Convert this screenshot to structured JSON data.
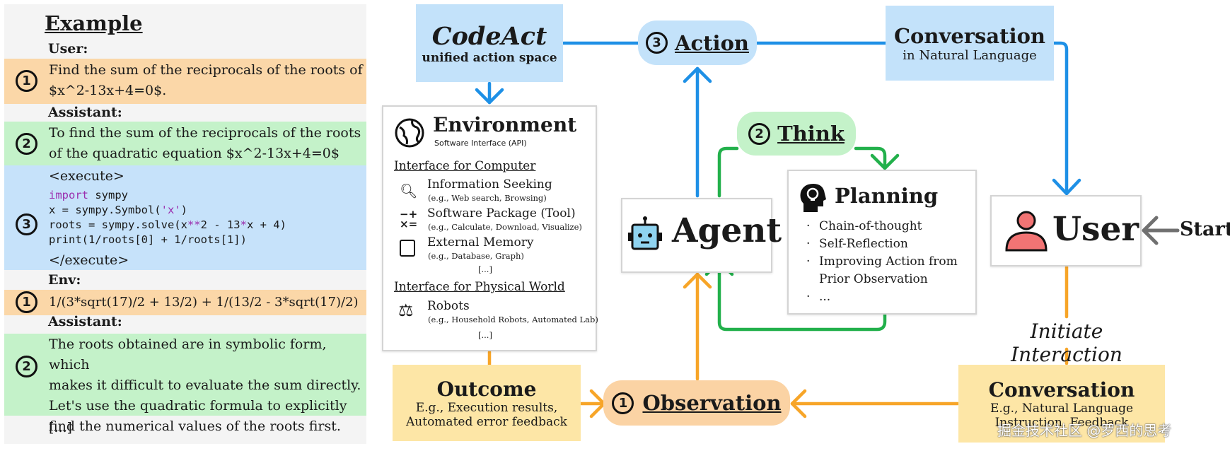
{
  "example": {
    "title": "Example",
    "user_label": "User:",
    "user_msg_line1": "Find the sum of the reciprocals of the roots of",
    "user_msg_line2": "$x^2-13x+4=0$.",
    "assistant_label_1": "Assistant:",
    "assistant_msg_line1": "To find the sum of the reciprocals of the roots",
    "assistant_msg_line2": "of the quadratic equation $x^2-13x+4=0$ [...]",
    "execute_open": "<execute>",
    "code_line1_kw": "import",
    "code_line1_rest": " sympy",
    "code_line2_a": "x = sympy.Symbol(",
    "code_line2_str": "'x'",
    "code_line2_b": ")",
    "code_line3_a": "roots = sympy.solve(x",
    "code_line3_op1": "**",
    "code_line3_b": "2 - 13",
    "code_line3_op2": "*",
    "code_line3_c": "x + 4)",
    "code_line4": "print(1/roots[0] + 1/roots[1])",
    "execute_close": "</execute>",
    "env_label": "Env:",
    "env_msg": "1/(3*sqrt(17)/2 + 13/2) + 1/(13/2 - 3*sqrt(17)/2)",
    "assistant_label_2": "Assistant:",
    "final_line1": "The roots obtained are in symbolic form, which",
    "final_line2": "makes it difficult to evaluate the sum directly.",
    "final_line3": "Let's use the quadratic formula to explicitly",
    "final_line4": "find the numerical values of the roots first.",
    "ellipsis": "[...]",
    "num_1": "1",
    "num_2": "2",
    "num_3": "3"
  },
  "codeact": {
    "title": "CodeAct",
    "subtitle": "unified action space"
  },
  "action": {
    "num": "3",
    "label": "Action"
  },
  "conversation_top": {
    "title": "Conversation",
    "subtitle": "in Natural Language"
  },
  "environment": {
    "title": "Environment",
    "subtitle": "Software Interface (API)",
    "computer_header": "Interface for Computer",
    "items": [
      {
        "name": "Information Seeking",
        "detail": "(e.g., Web search, Browsing)"
      },
      {
        "name": "Software Package (Tool)",
        "detail": "(e.g., Calculate, Download, Visualize)"
      },
      {
        "name": "External Memory",
        "detail": "(e.g., Database, Graph)"
      }
    ],
    "ellipsis_1": "[...]",
    "physical_header": "Interface for Physical World",
    "robots_name": "Robots",
    "robots_detail": "(e.g., Household Robots, Automated Lab)",
    "ellipsis_2": "[...]"
  },
  "think": {
    "num": "2",
    "label": "Think"
  },
  "planning": {
    "title": "Planning",
    "items": [
      "Chain-of-thought",
      "Self-Reflection",
      "Improving Action from",
      "Prior Observation",
      "..."
    ]
  },
  "agent": {
    "label": "Agent"
  },
  "user": {
    "label": "User"
  },
  "start": {
    "label": "Start"
  },
  "initiate": {
    "label": "Initiate Interaction"
  },
  "outcome": {
    "title": "Outcome",
    "line1": "E.g., Execution results,",
    "line2": "Automated error feedback"
  },
  "observation": {
    "num": "1",
    "label": "Observation"
  },
  "conversation_bottom": {
    "title": "Conversation",
    "line1": "E.g., Natural Language",
    "line2": "Instruction, Feedback"
  },
  "watermark": {
    "text": "掘金技术社区 @罗西的思考"
  },
  "colors": {
    "blue": "#1e90e6",
    "orange": "#f7a528",
    "green": "#22b04b",
    "gray": "#707070"
  }
}
